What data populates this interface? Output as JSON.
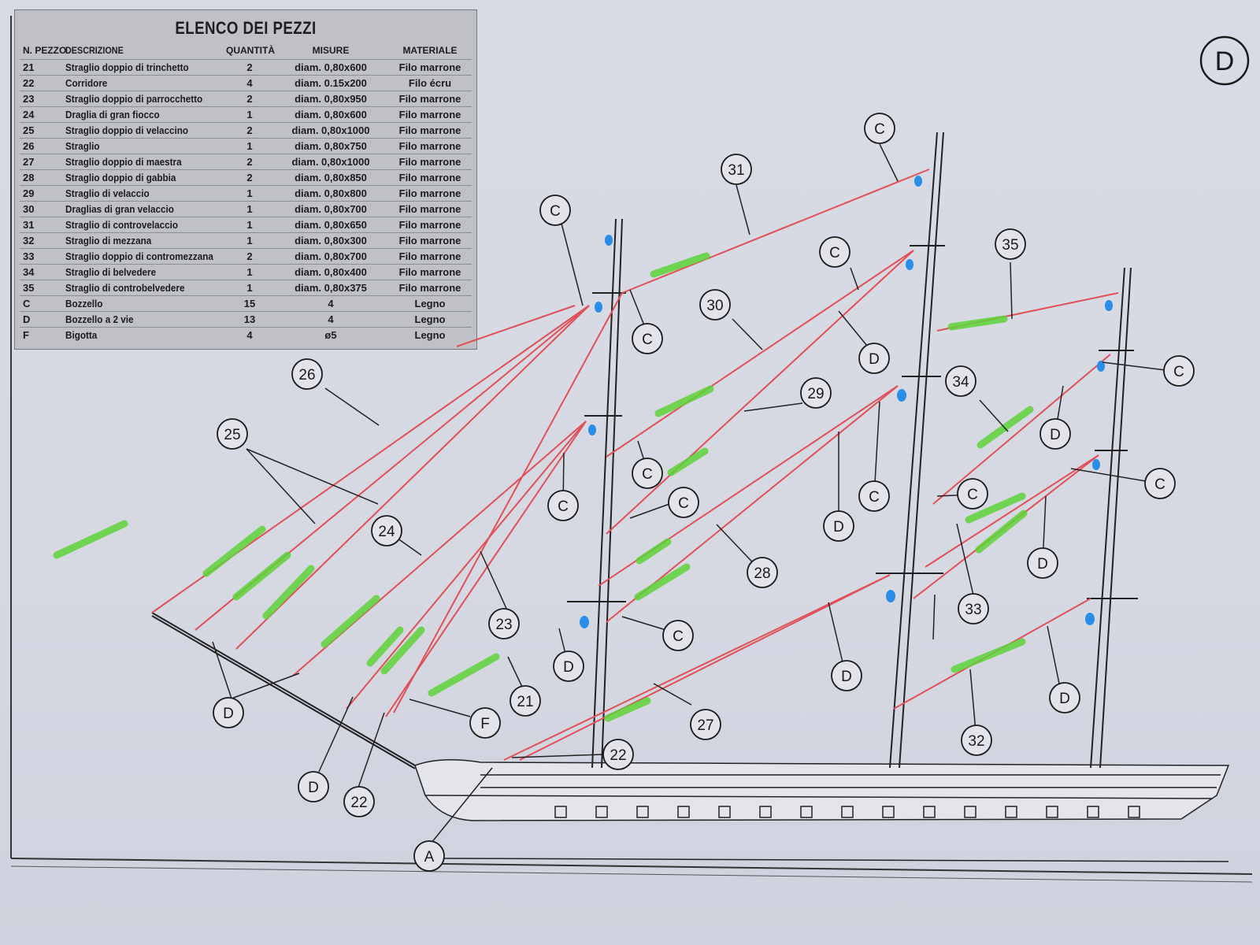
{
  "plate_letter": "D",
  "table": {
    "title": "ELENCO DEI PEZZI",
    "headers": {
      "num": "N. PEZZO",
      "description": "DESCRIZIONE",
      "quantity": "QUANTITÀ",
      "measures": "MISURE",
      "material": "MATERIALE"
    },
    "rows": [
      {
        "num": "21",
        "description": "Straglio doppio di trinchetto",
        "quantity": "2",
        "measures": "diam. 0,80x600",
        "material": "Filo marrone"
      },
      {
        "num": "22",
        "description": "Corridore",
        "quantity": "4",
        "measures": "diam. 0.15x200",
        "material": "Filo écru"
      },
      {
        "num": "23",
        "description": "Straglio doppio di parrocchetto",
        "quantity": "2",
        "measures": "diam. 0,80x950",
        "material": "Filo marrone"
      },
      {
        "num": "24",
        "description": "Draglia di gran fiocco",
        "quantity": "1",
        "measures": "diam. 0,80x600",
        "material": "Filo marrone"
      },
      {
        "num": "25",
        "description": "Straglio doppio di velaccino",
        "quantity": "2",
        "measures": "diam. 0,80x1000",
        "material": "Filo marrone"
      },
      {
        "num": "26",
        "description": "Straglio",
        "quantity": "1",
        "measures": "diam. 0,80x750",
        "material": "Filo marrone"
      },
      {
        "num": "27",
        "description": "Straglio doppio di maestra",
        "quantity": "2",
        "measures": "diam. 0,80x1000",
        "material": "Filo marrone"
      },
      {
        "num": "28",
        "description": "Straglio doppio di gabbia",
        "quantity": "2",
        "measures": "diam. 0,80x850",
        "material": "Filo marrone"
      },
      {
        "num": "29",
        "description": "Straglio di velaccio",
        "quantity": "1",
        "measures": "diam. 0,80x800",
        "material": "Filo marrone"
      },
      {
        "num": "30",
        "description": "Draglias di gran velaccio",
        "quantity": "1",
        "measures": "diam. 0,80x700",
        "material": "Filo marrone"
      },
      {
        "num": "31",
        "description": "Straglio di controvelaccio",
        "quantity": "1",
        "measures": "diam. 0,80x650",
        "material": "Filo marrone"
      },
      {
        "num": "32",
        "description": "Straglio di mezzana",
        "quantity": "1",
        "measures": "diam. 0,80x300",
        "material": "Filo marrone"
      },
      {
        "num": "33",
        "description": "Straglio doppio di contromezzana",
        "quantity": "2",
        "measures": "diam. 0,80x700",
        "material": "Filo marrone"
      },
      {
        "num": "34",
        "description": "Straglio di belvedere",
        "quantity": "1",
        "measures": "diam. 0,80x400",
        "material": "Filo marrone"
      },
      {
        "num": "35",
        "description": "Straglio di controbelvedere",
        "quantity": "1",
        "measures": "diam. 0,80x375",
        "material": "Filo marrone"
      },
      {
        "num": "C",
        "description": "Bozzello",
        "quantity": "15",
        "measures": "4",
        "material": "Legno"
      },
      {
        "num": "D",
        "description": "Bozzello a 2 vie",
        "quantity": "13",
        "measures": "4",
        "material": "Legno"
      },
      {
        "num": "F",
        "description": "Bigotta",
        "quantity": "4",
        "measures": "ø5",
        "material": "Legno"
      }
    ]
  },
  "callouts": [
    {
      "label": "C"
    },
    {
      "label": "31"
    },
    {
      "label": "C"
    },
    {
      "label": "35"
    },
    {
      "label": "C"
    },
    {
      "label": "30"
    },
    {
      "label": "C"
    },
    {
      "label": "D"
    },
    {
      "label": "C"
    },
    {
      "label": "26"
    },
    {
      "label": "29"
    },
    {
      "label": "34"
    },
    {
      "label": "D"
    },
    {
      "label": "25"
    },
    {
      "label": "C"
    },
    {
      "label": "C"
    },
    {
      "label": "C"
    },
    {
      "label": "C"
    },
    {
      "label": "C"
    },
    {
      "label": "24"
    },
    {
      "label": "D"
    },
    {
      "label": "28"
    },
    {
      "label": "D"
    },
    {
      "label": "33"
    },
    {
      "label": "23"
    },
    {
      "label": "C"
    },
    {
      "label": "C"
    },
    {
      "label": "D"
    },
    {
      "label": "D"
    },
    {
      "label": "21"
    },
    {
      "label": "27"
    },
    {
      "label": "D"
    },
    {
      "label": "F"
    },
    {
      "label": "22"
    },
    {
      "label": "32"
    },
    {
      "label": "D"
    },
    {
      "label": "22"
    },
    {
      "label": "A"
    },
    {
      "label": "D"
    }
  ],
  "colors": {
    "rigging_line": "#e0505a",
    "highlight_green": "#5fd33a",
    "marker_blue": "#2a8ee8",
    "outline": "#1a1a1a"
  }
}
